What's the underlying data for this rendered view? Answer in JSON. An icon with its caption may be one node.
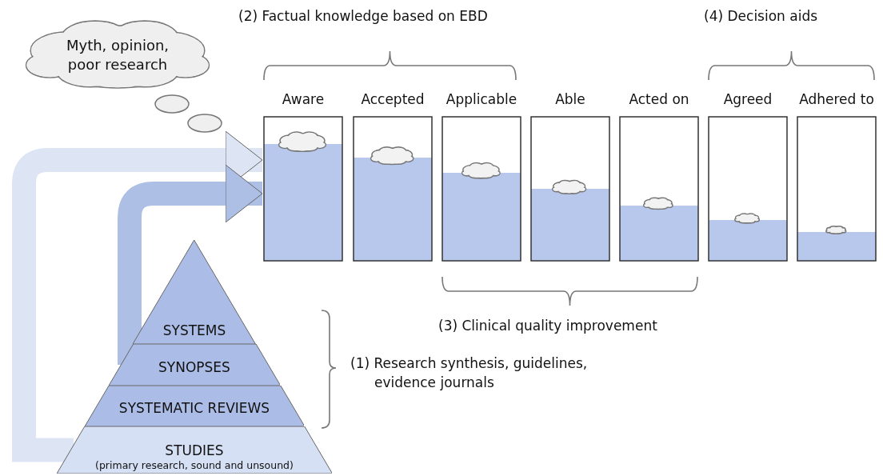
{
  "diagram": {
    "nodes": [
      {
        "text": [
          "Myth, opinion, poor research"
        ]
      },
      {
        "text": [
          "Aware"
        ]
      },
      {
        "text": [
          "Accepted"
        ]
      },
      {
        "text": [
          "Applicable"
        ]
      },
      {
        "text": [
          "Able"
        ]
      },
      {
        "text": [
          "Acted on"
        ]
      },
      {
        "text": [
          "Agreed"
        ]
      },
      {
        "text": [
          "Adhered to"
        ]
      },
      {
        "text": [
          "SYSTEMS"
        ]
      },
      {
        "text": [
          "SYNOPSES"
        ]
      },
      {
        "text": [
          "SYSTEMATIC REVIEWS"
        ]
      },
      {
        "text": [
          "STUDIES",
          "(primary research, sound and unsound)"
        ]
      }
    ],
    "edges": [
      {
        "from": 11,
        "to": 1,
        "arrow": "to",
        "color": "#dde5f5"
      },
      {
        "from": 9,
        "to": 1,
        "arrow": "to"
      }
    ],
    "labels": [
      "(2) Factual knowledge based on EBD",
      "(4) Decision aids",
      "(3) Clinical quality improvement",
      "(1) Research synthesis, guidelines, evidence journals"
    ]
  }
}
